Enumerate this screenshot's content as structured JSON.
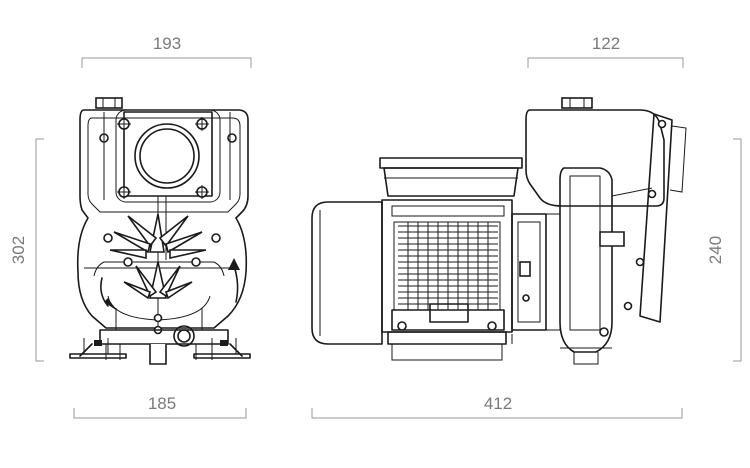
{
  "dimensions": {
    "front_top_width": "193",
    "front_bottom_width": "185",
    "front_height": "302",
    "side_length": "412",
    "side_top_width": "122",
    "side_height": "240"
  },
  "colors": {
    "line": "#1a1a1a",
    "dimension": "#9a9a9a",
    "dimension_text": "#7a7a7a",
    "background": "#ffffff"
  }
}
